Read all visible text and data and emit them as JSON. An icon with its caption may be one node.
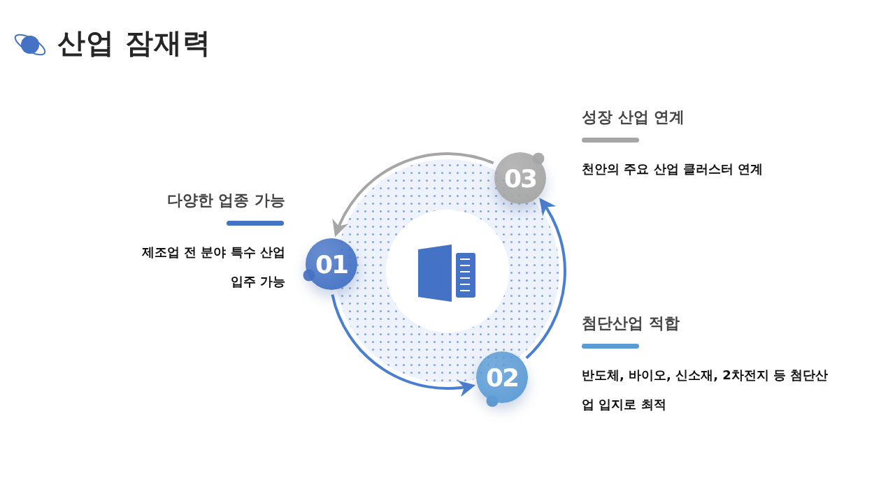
{
  "diagram": {
    "title": "산업 잠재력",
    "nodes": [
      {
        "text": [
          "01"
        ],
        "beside": [
          "다양한 업종 가능",
          "제조업 전 분야 특수 산업 입주 가능"
        ]
      },
      {
        "text": [
          "02"
        ],
        "beside": [
          "첨단산업 적합",
          "반도체, 바이오, 신소재, 2차전지 등 첨단산업 입지로 최적"
        ]
      },
      {
        "text": [
          "03"
        ],
        "beside": [
          "성장 산업 연계",
          "천안의 주요 산업 클러스터 연계"
        ]
      }
    ],
    "edges": [
      {
        "from": 0,
        "to": 1,
        "arrow": "to"
      },
      {
        "from": 1,
        "to": 2,
        "arrow": "to"
      },
      {
        "from": 2,
        "to": 0,
        "arrow": "to",
        "color": "#a6a6a6"
      }
    ]
  }
}
